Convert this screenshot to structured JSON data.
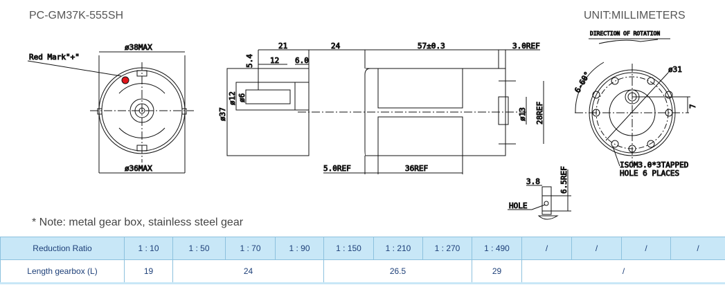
{
  "header": {
    "model": "PC-GM37K-555SH",
    "unit": "UNIT:MILLIMETERS"
  },
  "drawing": {
    "front": {
      "red_mark": "Red Mark\"+\"",
      "top_dim": "ø38MAX",
      "bottom_dim": "ø36MAX"
    },
    "side": {
      "d21": "21",
      "d24": "24",
      "d57": "57±0.3",
      "d3ref": "3.0REF",
      "d54": "5.4",
      "d12": "12",
      "d60": "6.0",
      "dia37": "ø37",
      "dia12": "ø12",
      "dia6": "ø6",
      "dia13": "ø13",
      "d28ref": "28REF",
      "d5ref": "5.0REF",
      "d36ref": "36REF"
    },
    "end": {
      "rotation": "DIRECTION OF ROTATION",
      "angle": "6-60°",
      "dia31": "ø31",
      "d7": "7",
      "tapped1": "ISOM3.0*3TAPPED",
      "tapped2": "HOLE 6 PLACES"
    },
    "terminal": {
      "d38": "3.8",
      "d65ref": "6.5REF",
      "hole": "HOLE"
    },
    "colors": {
      "red_mark": "#e0161b",
      "table_header": "#c8e7f7",
      "table_text": "#1d3f78"
    }
  },
  "note": "* Note: metal gear box, stainless steel gear",
  "table": {
    "row1_label": "Reduction Ratio",
    "ratios": [
      "1 : 10",
      "1 : 50",
      "1 : 70",
      "1 : 90",
      "1 : 150",
      "1 : 210",
      "1 : 270",
      "1 : 490",
      "/",
      "/",
      "/",
      "/"
    ],
    "row2_label": "Length gearbox (L)",
    "lengths": [
      "19",
      "24",
      "26.5",
      "29",
      "/"
    ]
  }
}
